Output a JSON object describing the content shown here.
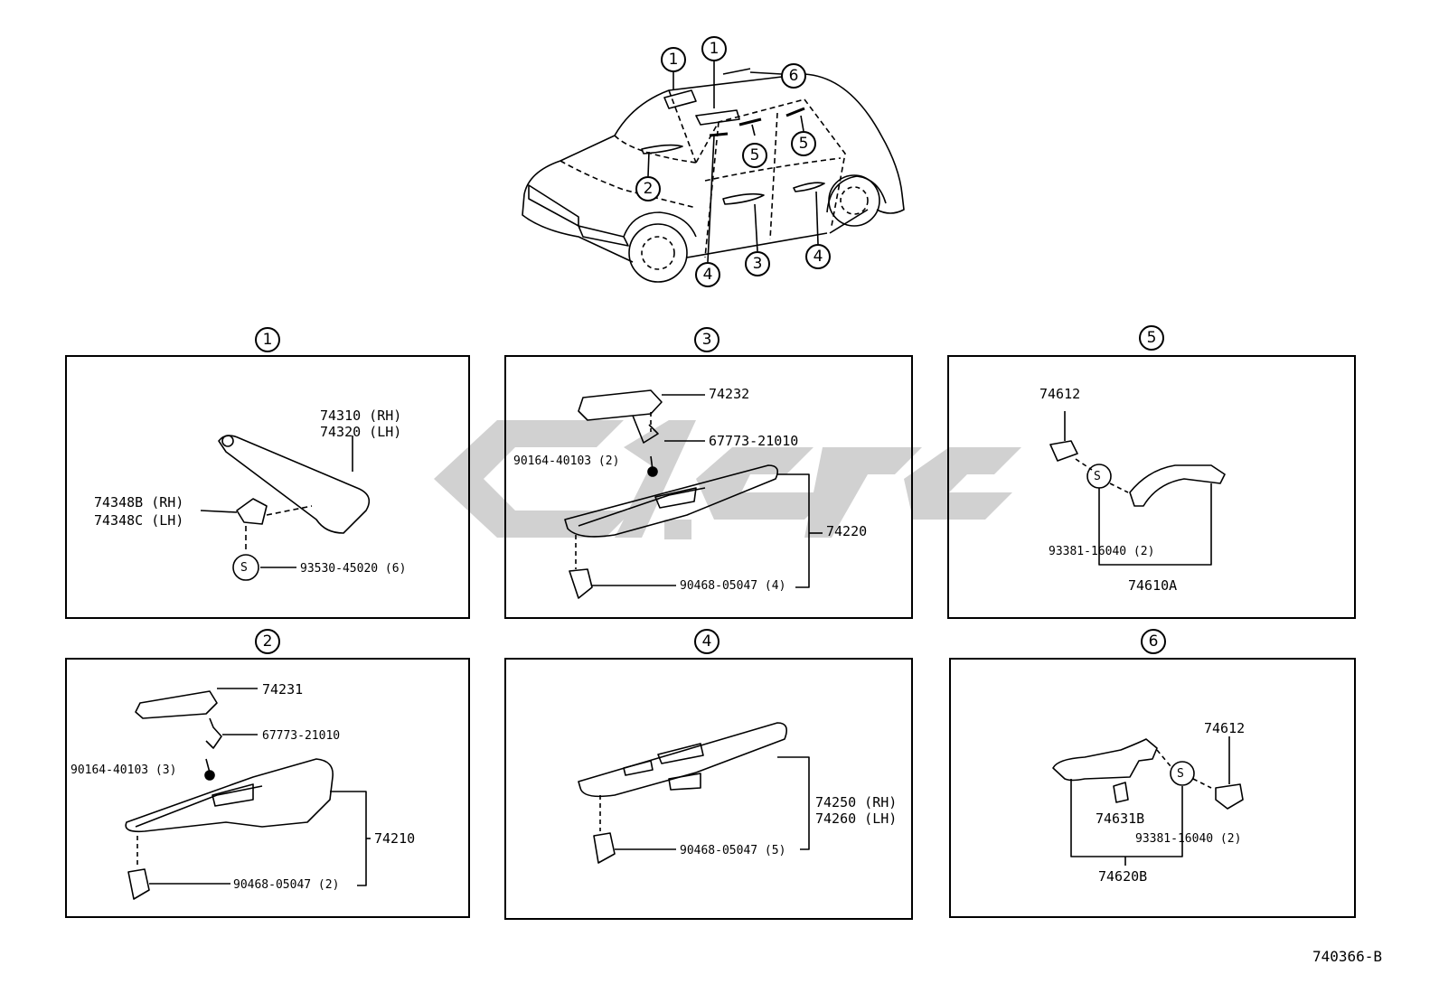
{
  "figure_id": "740366-B",
  "overview_callouts": [
    "1",
    "1",
    "6",
    "5",
    "5",
    "2",
    "3",
    "4",
    "4"
  ],
  "panels": [
    {
      "number": "1",
      "labels": {
        "visor_rh": "74310 (RH)",
        "visor_lh": "74320 (LH)",
        "holder_rh": "74348B (RH)",
        "holder_lh": "74348C (LH)",
        "screw_symbol": "S",
        "screw": "93530-45020 (6)"
      }
    },
    {
      "number": "3",
      "labels": {
        "switch": "74232",
        "clip": "67773-21010",
        "screw": "90164-40103 (2)",
        "armrest": "74220",
        "clip_bottom": "90468-05047 (4)"
      }
    },
    {
      "number": "5",
      "labels": {
        "cover": "74612",
        "screw_symbol": "S",
        "screw": "93381-16040 (2)",
        "grip": "74610A"
      }
    },
    {
      "number": "2",
      "labels": {
        "switch": "74231",
        "clip": "67773-21010",
        "screw": "90164-40103 (3)",
        "armrest": "74210",
        "clip_bottom": "90468-05047 (2)"
      }
    },
    {
      "number": "4",
      "labels": {
        "armrest_rh": "74250 (RH)",
        "armrest_lh": "74260 (LH)",
        "clip_bottom": "90468-05047 (5)"
      }
    },
    {
      "number": "6",
      "labels": {
        "cover": "74612",
        "screw_symbol": "S",
        "hook": "74631B",
        "screw": "93381-16040 (2)",
        "grip": "74620B"
      }
    }
  ],
  "colors": {
    "line": "#000000",
    "watermark": "#c9c9c9",
    "background": "#ffffff"
  }
}
